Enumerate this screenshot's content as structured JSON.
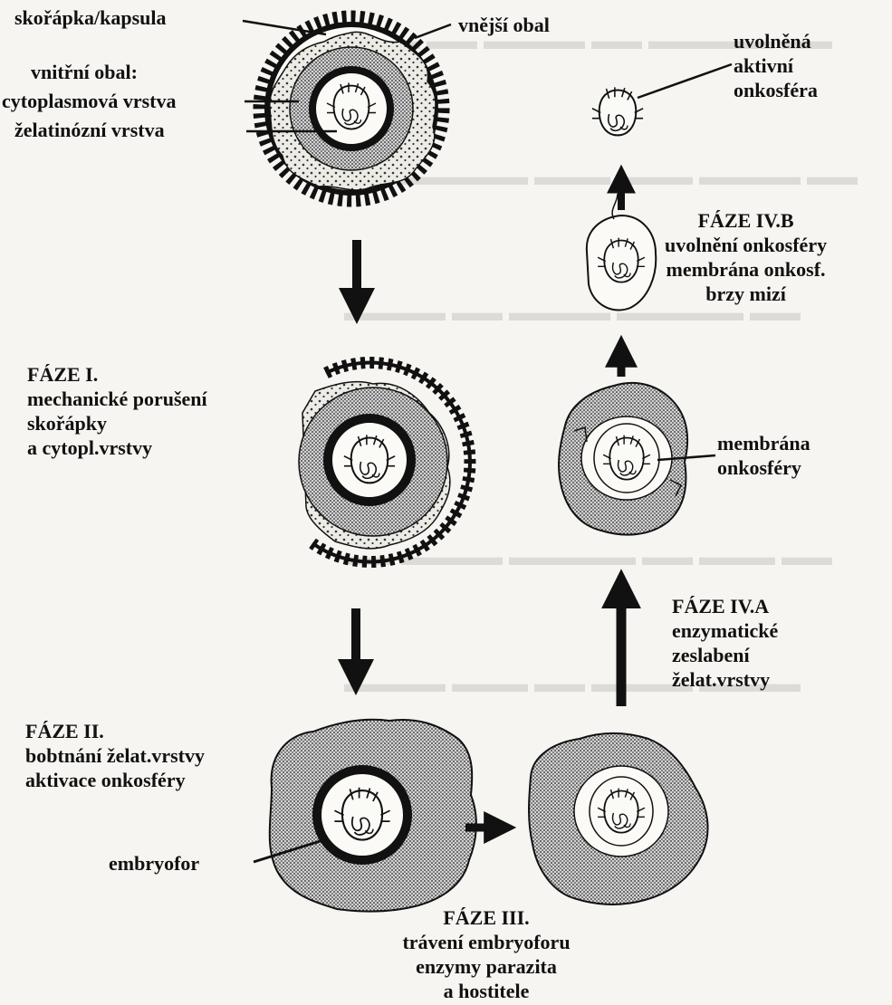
{
  "egg_structure": {
    "shell_label": "skořápka/kapsula",
    "outer_envelope_label": "vnější obal",
    "inner_envelope_label": "vnitřní obal:",
    "cytoplasmic_layer_label": "cytoplasmová vrstva",
    "gelatinous_layer_label": "želatinózní vrstva"
  },
  "phase_1": {
    "title": "FÁZE I.",
    "line1": "mechanické porušení",
    "line2": "skořápky",
    "line3": "a cytopl.vrstvy"
  },
  "phase_2": {
    "title": "FÁZE II.",
    "line1": "bobtnání želat.vrstvy",
    "line2": "aktivace onkosféry",
    "embryophore_label": "embryofor"
  },
  "phase_3": {
    "title": "FÁZE III.",
    "line1": "trávení embryoforu",
    "line2": "enzymy parazita",
    "line3": "a hostitele"
  },
  "phase_4a": {
    "title": "FÁZE IV.A",
    "line1": "enzymatické",
    "line2": "zeslabení",
    "line3": "želat.vrstvy",
    "membrane_label_line1": "membrána",
    "membrane_label_line2": "onkosféry"
  },
  "phase_4b": {
    "title": "FÁZE IV.B",
    "line1": "uvolnění onkosféry",
    "line2": "membrána onkosf.",
    "line3": "brzy mizí"
  },
  "released": {
    "line1": "uvolněná",
    "line2": "aktivní",
    "line3": "onkosféra"
  }
}
